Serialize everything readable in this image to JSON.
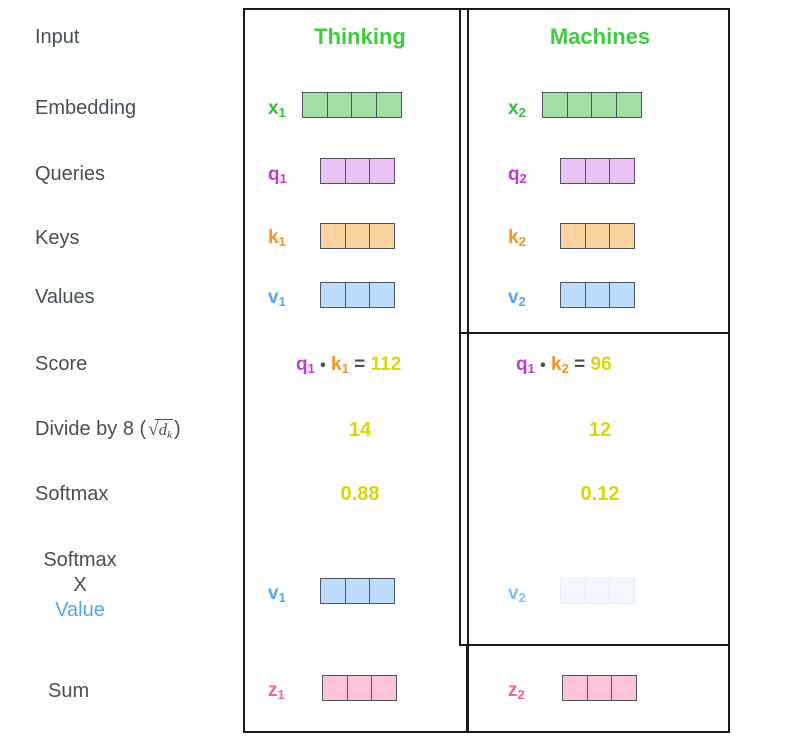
{
  "colors": {
    "heading_green": "#3fcc3f",
    "embed_fill": "#a4dfa4",
    "embed_label": "#34c03a",
    "query_fill": "#e8c2f5",
    "query_label": "#c03ccd",
    "key_fill": "#fbd3a0",
    "key_label": "#f6931e",
    "value_fill": "#bcdcfb",
    "value_label": "#56a5f5",
    "value_fill_faded": "#f1f7fd",
    "sum_fill": "#fcc3dd",
    "sum_label": "#f95d9b",
    "score_number": "#d6d611",
    "row_label": "#464f56",
    "cell_border": "#4c5663",
    "box_border": "#1a1a1a",
    "background": "#ffffff"
  },
  "row_labels": {
    "input": "Input",
    "embedding": "Embedding",
    "queries": "Queries",
    "keys": "Keys",
    "values": "Values",
    "score": "Score",
    "divide": "Divide by 8 (",
    "divide_close": ")",
    "divide_math_radical": "√",
    "divide_math_d": "d",
    "divide_math_sub": "k",
    "softmax": "Softmax",
    "softmax_x_line1": "Softmax",
    "softmax_x_line2": "X",
    "softmax_x_line3": "Value",
    "sum": "Sum"
  },
  "columns": [
    {
      "title": "Thinking"
    },
    {
      "title": "Machines"
    }
  ],
  "vectors": {
    "embedding": [
      {
        "label": "x",
        "sub": "1",
        "cells": 4
      },
      {
        "label": "x",
        "sub": "2",
        "cells": 4
      }
    ],
    "queries": [
      {
        "label": "q",
        "sub": "1",
        "cells": 3
      },
      {
        "label": "q",
        "sub": "2",
        "cells": 3
      }
    ],
    "keys": [
      {
        "label": "k",
        "sub": "1",
        "cells": 3
      },
      {
        "label": "k",
        "sub": "2",
        "cells": 3
      }
    ],
    "values": [
      {
        "label": "v",
        "sub": "1",
        "cells": 3
      },
      {
        "label": "v",
        "sub": "2",
        "cells": 3
      }
    ],
    "softmax_value": [
      {
        "label": "v",
        "sub": "1",
        "cells": 3,
        "faded": false
      },
      {
        "label": "v",
        "sub": "2",
        "cells": 3,
        "faded": true
      }
    ],
    "sum": [
      {
        "label": "z",
        "sub": "1",
        "cells": 3
      },
      {
        "label": "z",
        "sub": "2",
        "cells": 3
      }
    ]
  },
  "score_row": [
    {
      "q": "q",
      "q_sub": "1",
      "dot": "•",
      "k": "k",
      "k_sub": "1",
      "eq": "=",
      "result": "112"
    },
    {
      "q": "q",
      "q_sub": "1",
      "dot": "•",
      "k": "k",
      "k_sub": "2",
      "eq": "=",
      "result": "96"
    }
  ],
  "divide_row": [
    "14",
    "12"
  ],
  "softmax_row": [
    "0.88",
    "0.12"
  ]
}
